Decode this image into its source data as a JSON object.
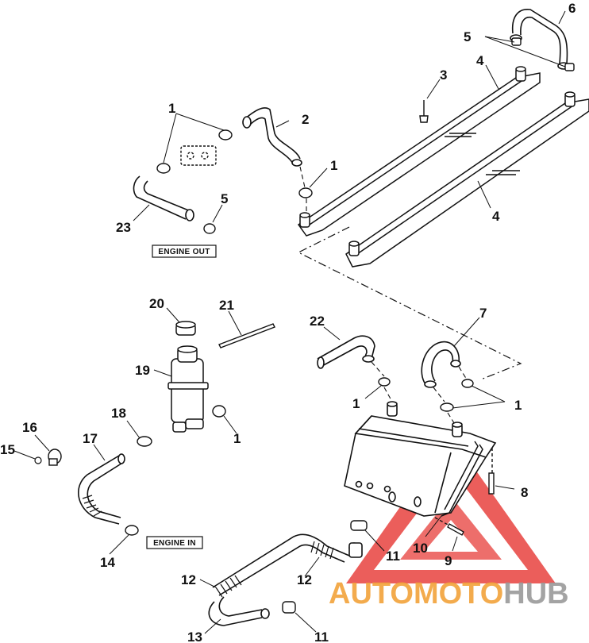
{
  "callouts": {
    "c1a": "1",
    "c2": "2",
    "c3": "3",
    "c4a": "4",
    "c4b": "4",
    "c5a": "5",
    "c5b": "5",
    "c6": "6",
    "c1b": "1",
    "c23": "23",
    "c20": "20",
    "c21": "21",
    "c22": "22",
    "c7": "7",
    "c19": "19",
    "c1c": "1",
    "c1d": "1",
    "c18": "18",
    "c1e": "1",
    "c16": "16",
    "c15": "15",
    "c17": "17",
    "c8": "8",
    "c10": "10",
    "c9": "9",
    "c11a": "11",
    "c14": "14",
    "c12a": "12",
    "c12b": "12",
    "c13": "13",
    "c11b": "11"
  },
  "tags": {
    "engine_out": "ENGINE OUT",
    "engine_in": "ENGINE IN"
  },
  "watermark": {
    "part1": "AUTO",
    "part2": "MOTO",
    "part3": "HUB",
    "color_orange": "#f2a33a",
    "color_red": "#e8423f",
    "color_gray": "#9a9a9a"
  }
}
